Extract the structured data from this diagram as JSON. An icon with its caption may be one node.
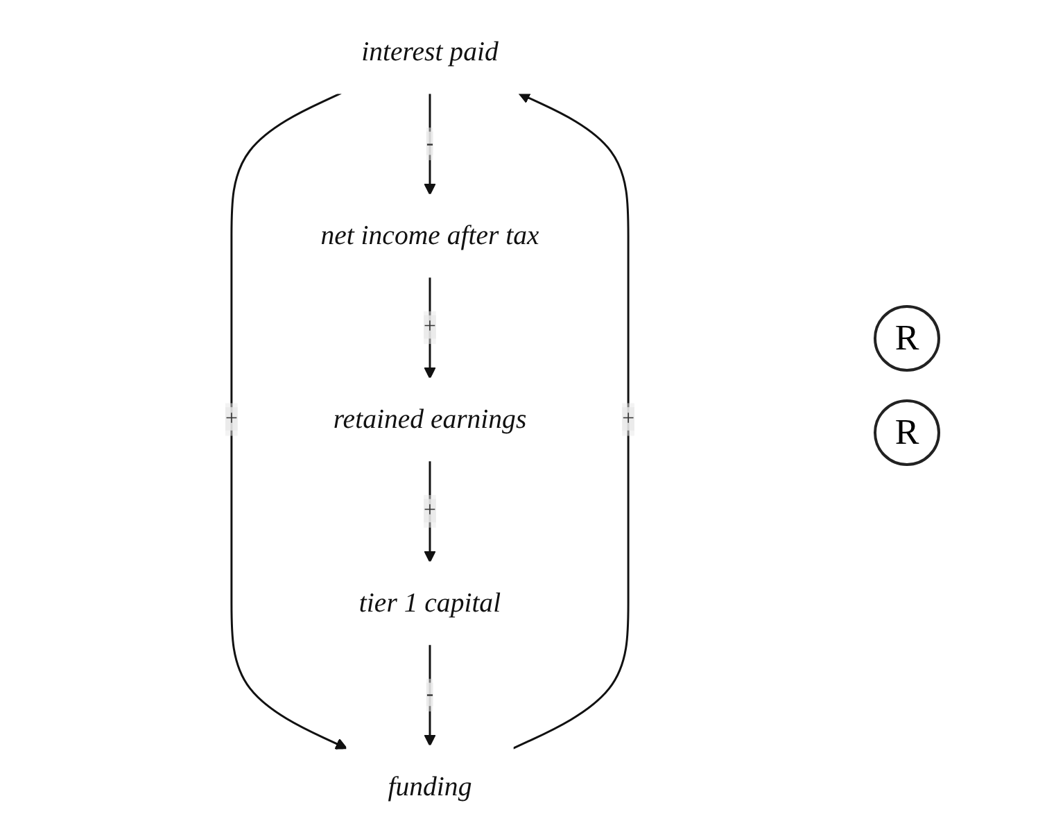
{
  "diagram": {
    "nodes": [
      {
        "text": [
          "interest paid"
        ]
      },
      {
        "text": [
          "funding"
        ]
      },
      {
        "text": [
          "net income after tax"
        ]
      },
      {
        "text": [
          "tier 1 capital"
        ]
      },
      {
        "text": [
          "retained earnings"
        ]
      }
    ],
    "edges": [
      {
        "from": 1,
        "to": 0,
        "arrow": "to",
        "label": "+"
      },
      {
        "from": 0,
        "to": 1,
        "arrow": "to",
        "label": "+"
      },
      {
        "from": 0,
        "to": 2,
        "arrow": "to",
        "label": "-"
      },
      {
        "from": 2,
        "to": 4,
        "arrow": "to",
        "label": "+"
      },
      {
        "from": 4,
        "to": 3,
        "arrow": "to",
        "label": "+"
      },
      {
        "from": 3,
        "to": 1,
        "arrow": "to",
        "label": "-"
      }
    ],
    "labels": [
      "R",
      "R"
    ]
  }
}
